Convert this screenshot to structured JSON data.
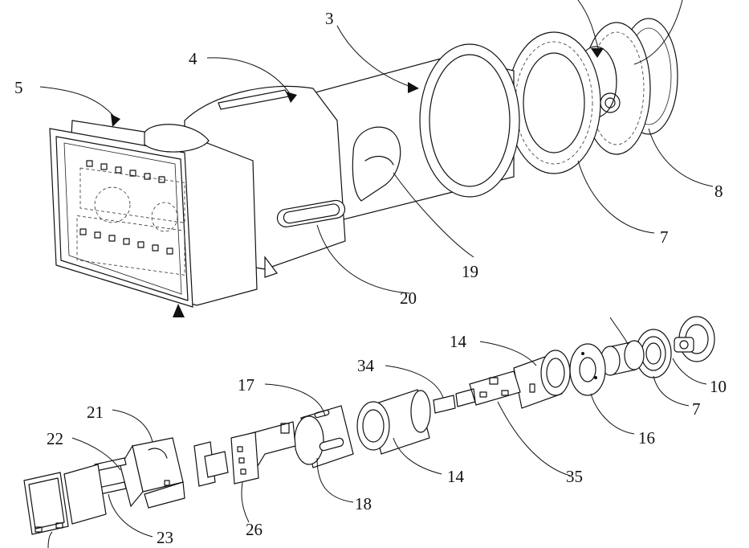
{
  "labels": {
    "l5": "5",
    "l4": "4",
    "l3": "3",
    "l8": "8",
    "l7a": "7",
    "l19": "19",
    "l20": "20",
    "l14a": "14",
    "l34": "34",
    "l17": "17",
    "l21": "21",
    "l22": "22",
    "l10": "10",
    "l7b": "7",
    "l16": "16",
    "l14b": "14",
    "l35": "35",
    "l18": "18",
    "l26": "26",
    "l23": "23"
  }
}
